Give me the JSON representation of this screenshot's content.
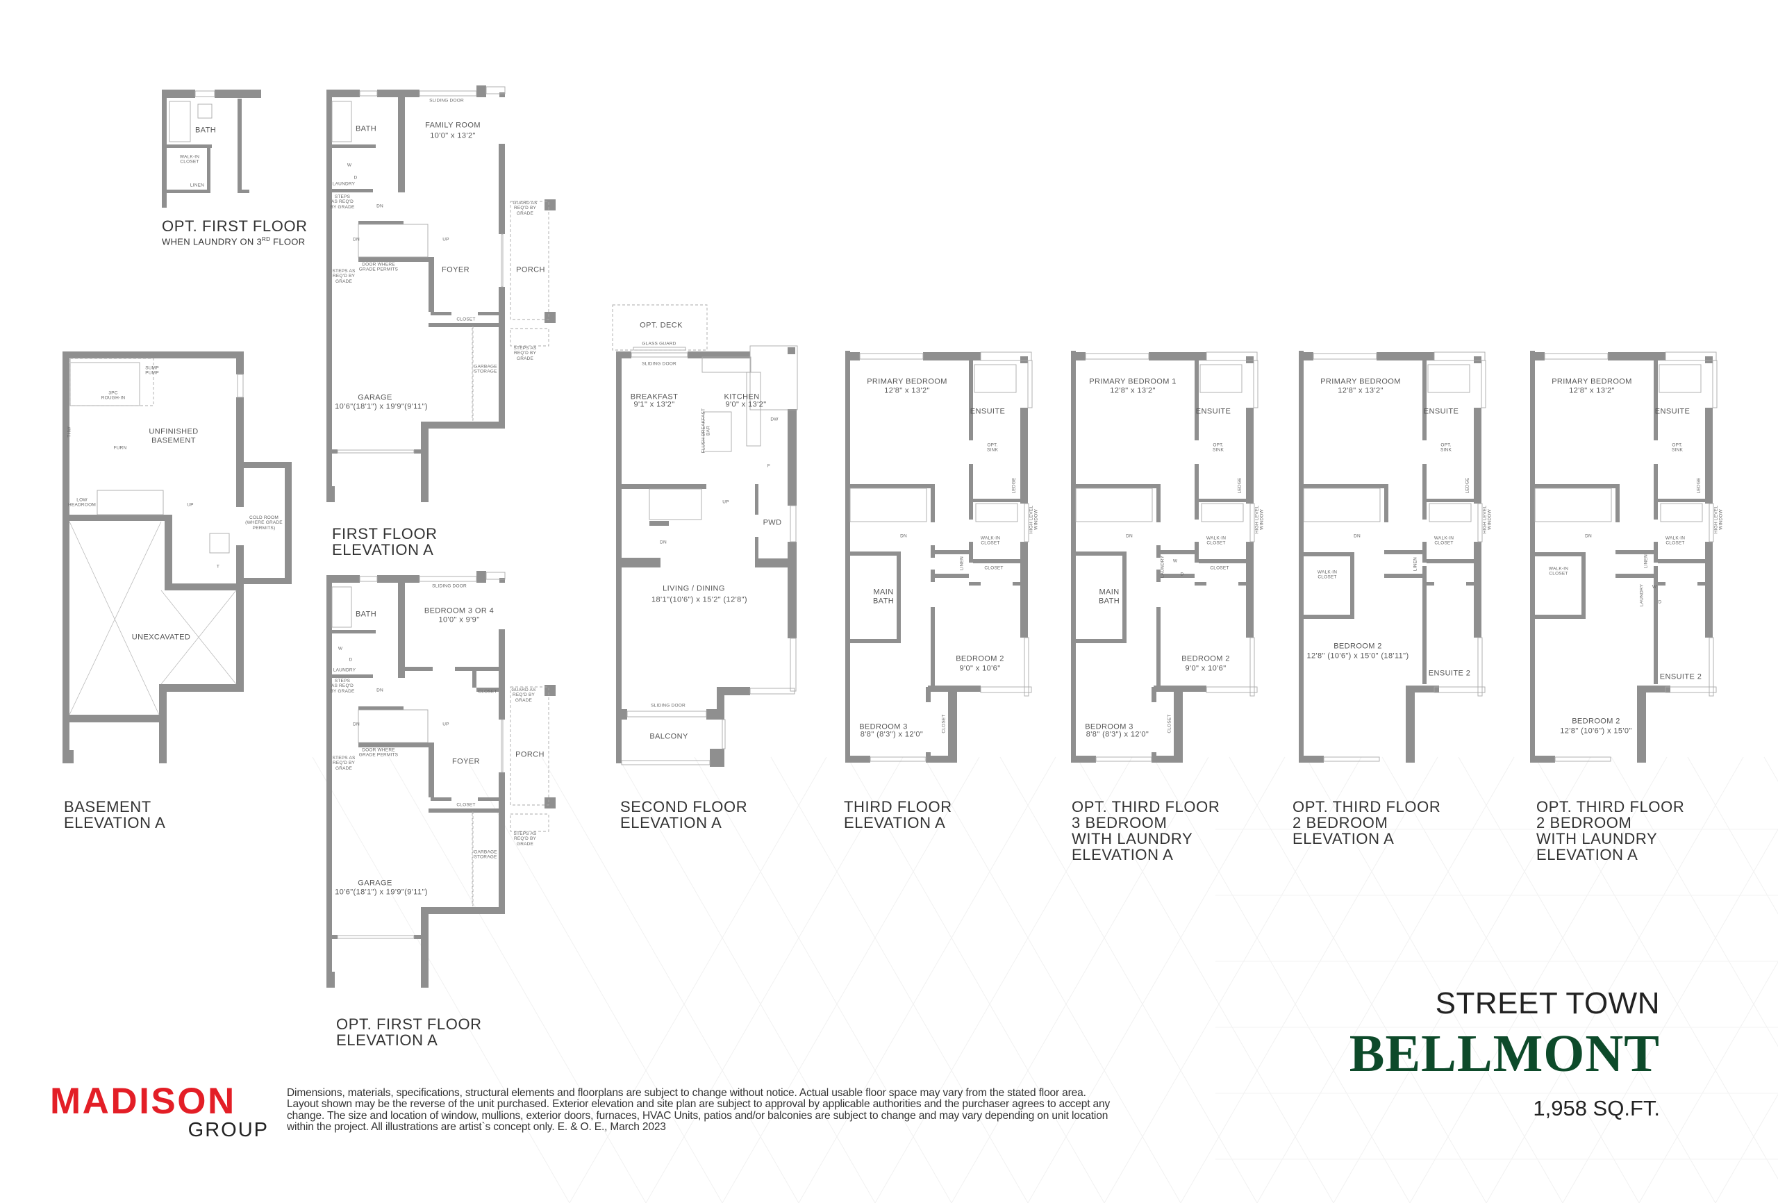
{
  "colors": {
    "wall": "#8f8f8f",
    "brand_green": "#0d4a2a",
    "logo_red": "#e31e26"
  },
  "plans": {
    "opt_first_laundry3": {
      "title": "OPT. FIRST FLOOR",
      "subtitle": "WHEN LAUNDRY ON 3",
      "subtitle_sup": "RD",
      "subtitle_tail": " FLOOR",
      "labels": [
        "BATH",
        "WALK-IN\nCLOSET",
        "LINEN"
      ]
    },
    "first": {
      "title_lines": [
        "FIRST FLOOR",
        "ELEVATION A"
      ],
      "labels": [
        "SLIDING DOOR",
        "BATH",
        "FAMILY ROOM",
        "10'0\" x 13'2\"",
        "W",
        "D",
        "LAUNDRY",
        "STEPS\nAS REQ'D\nBY GRADE",
        "DN",
        "GUARD AS\nREQ'D BY\nGRADE",
        "DN",
        "UP",
        "DOOR WHERE\nGRADE PERMITS",
        "STEPS AS\nREQ'D BY\nGRADE",
        "FOYER",
        "PORCH",
        "CLOSET",
        "STEPS AS\nREQ'D BY\nGRADE",
        "GARBAGE\nSTORAGE",
        "GARAGE",
        "10'6\"(18'1\") x 19'9\"(9'11\")"
      ]
    },
    "opt_first": {
      "title_lines": [
        "OPT. FIRST FLOOR",
        "ELEVATION A"
      ],
      "labels": [
        "SLIDING DOOR",
        "BATH",
        "BEDROOM 3 OR 4",
        "10'0\" x 9'9\"",
        "W",
        "D",
        "LAUNDRY",
        "STEPS\nAS REQ'D\nBY GRADE",
        "DN",
        "CLOSET",
        "GUARD AS\nREQ'D BY\nGRADE",
        "DN",
        "UP",
        "DOOR WHERE\nGRADE PERMITS",
        "STEPS AS\nREQ'D BY\nGRADE",
        "FOYER",
        "PORCH",
        "CLOSET",
        "STEPS AS\nREQ'D BY\nGRADE",
        "GARBAGE\nSTORAGE",
        "GARAGE",
        "10'6\"(18'1\") x 19'9\"(9'11\")"
      ]
    },
    "basement": {
      "title_lines": [
        "BASEMENT",
        "ELEVATION A"
      ],
      "labels": [
        "SUMP\nPUMP",
        "3PC\nROUGH-IN",
        "UNFINISHED\nBASEMENT",
        "THW",
        "FURN",
        "LOW\nHEADROOM",
        "UP",
        "COLD ROOM\n(WHERE GRADE\nPERMITS)",
        "T",
        "UNEXCAVATED"
      ]
    },
    "second": {
      "title_lines": [
        "SECOND FLOOR",
        "ELEVATION A"
      ],
      "labels": [
        "OPT. DECK",
        "GLASS GUARD",
        "SLIDING DOOR",
        "BREAKFAST",
        "9'1\" x 13'2\"",
        "KITCHEN",
        "9'0\" x 13'2\"",
        "FLUSH BREAKFAST\nBAR",
        "DW",
        "F",
        "UP",
        "PWD",
        "DN",
        "LIVING / DINING",
        "18'1\"(10'6\") x 15'2\" (12'8\")",
        "SLIDING DOOR",
        "BALCONY"
      ]
    },
    "third": {
      "title_lines": [
        "THIRD FLOOR",
        "ELEVATION A"
      ],
      "labels": [
        "PRIMARY BEDROOM",
        "12'8\" x 13'2\"",
        "ENSUITE",
        "OPT.\nSINK",
        "LEDGE",
        "HIGH LEVEL\nWINDOW",
        "DN",
        "WALK-IN\nCLOSET",
        "LINEN",
        "CLOSET",
        "MAIN\nBATH",
        "BEDROOM 2",
        "9'0\" x 10'6\"",
        "BEDROOM 3",
        "8'8\" (8'3\") x 12'0\"",
        "CLOSET"
      ]
    },
    "opt_third_3bed_laundry": {
      "title_lines": [
        "OPT. THIRD FLOOR",
        "3 BEDROOM",
        "WITH LAUNDRY",
        "ELEVATION A"
      ],
      "labels": [
        "PRIMARY BEDROOM 1",
        "12'8\" x 13'2\"",
        "ENSUITE",
        "OPT.\nSINK",
        "LEDGE",
        "HIGH LEVEL\nWINDOW",
        "DN",
        "WALK-IN\nCLOSET",
        "LAUNDRY",
        "W",
        "D",
        "CLOSET",
        "MAIN\nBATH",
        "BEDROOM 2",
        "9'0\" x 10'6\"",
        "BEDROOM 3",
        "8'8\" (8'3\") x 12'0\"",
        "CLOSET"
      ]
    },
    "opt_third_2bed": {
      "title_lines": [
        "OPT. THIRD FLOOR",
        "2 BEDROOM",
        "ELEVATION A"
      ],
      "labels": [
        "PRIMARY BEDROOM",
        "12'8\" x 13'2\"",
        "ENSUITE",
        "OPT.\nSINK",
        "LEDGE",
        "HIGH LEVEL\nWINDOW",
        "DN",
        "WALK-IN\nCLOSET",
        "LINEN",
        "WALK-IN\nCLOSET",
        "BEDROOM 2",
        "12'8\" (10'6\") x 15'0\" (18'11\")",
        "ENSUITE 2"
      ]
    },
    "opt_third_2bed_laundry": {
      "title_lines": [
        "OPT. THIRD FLOOR",
        "2 BEDROOM",
        "WITH LAUNDRY",
        "ELEVATION A"
      ],
      "labels": [
        "PRIMARY BEDROOM",
        "12'8\" x 13'2\"",
        "ENSUITE",
        "OPT.\nSINK",
        "LEDGE",
        "HIGH LEVEL\nWINDOW",
        "DN",
        "WALK-IN\nCLOSET",
        "LINEN",
        "WALK-IN\nCLOSET",
        "LAUNDRY",
        "W",
        "D",
        "ENSUITE 2",
        "BEDROOM 2",
        "12'8\" (10'6\") x 15'0\""
      ]
    }
  },
  "brand": {
    "type": "STREET TOWN",
    "name": "BELLMONT",
    "area": "1,958 SQ.FT."
  },
  "logo": {
    "main": "MADISON",
    "sub": "GROUP"
  },
  "disclaimer": {
    "lines": [
      "Dimensions, materials, specifications, structural elements and floorplans are subject to change without notice. Actual usable floor space may vary from the stated floor area.",
      "Layout shown may be the reverse of the unit purchased. Exterior elevation and site plan are subject to approval by applicable authorities and the purchaser agrees to accept any",
      "change. The size and location of window, mullions, exterior doors, furnaces, HVAC Units, patios and/or balconies are subject to change and may vary depending on unit location",
      "within the project. All illustrations are artist`s concept only. E. & O. E., March 2023"
    ]
  }
}
